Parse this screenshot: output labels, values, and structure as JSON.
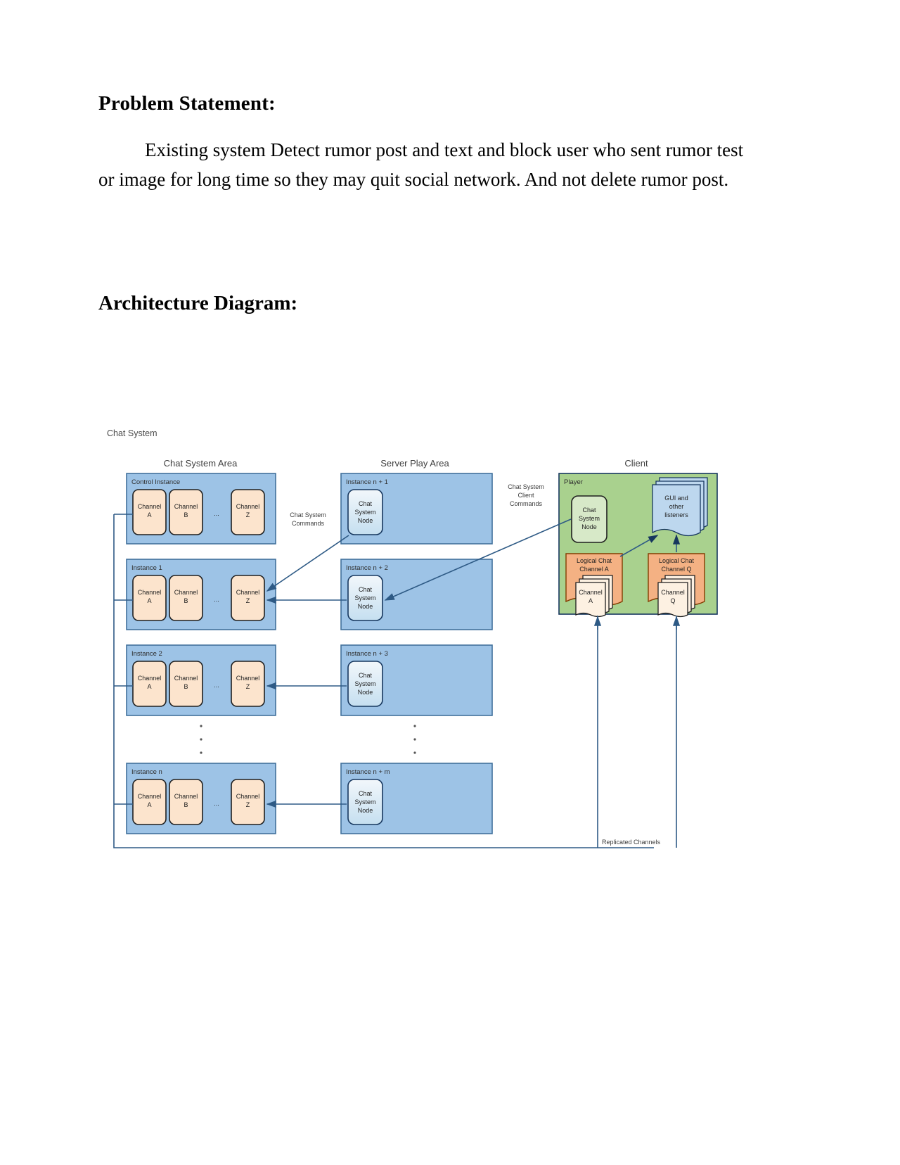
{
  "document": {
    "section1_heading": "Problem Statement:",
    "section1_paragraph": "Existing system Detect rumor post and text and block user who sent rumor test or image for long time so they may quit social network. And not delete rumor post.",
    "section2_heading": "Architecture Diagram:"
  },
  "diagram": {
    "outer_label": "Chat System",
    "columns": {
      "left_title": "Chat System Area",
      "middle_title": "Server Play Area",
      "right_title": "Client"
    },
    "edge_labels": {
      "chat_system_commands": "Chat System Commands",
      "chat_system_commands_l1": "Chat System",
      "chat_system_commands_l2": "Commands",
      "chat_system_client_commands_l1": "Chat System",
      "chat_system_client_commands_l2": "Client",
      "chat_system_client_commands_l3": "Commands",
      "replicated_channels": "Replicated Channels"
    },
    "chat_system_area": {
      "instances": [
        {
          "title": "Control Instance",
          "channels": [
            "Channel\nA",
            "Channel\nB",
            "Channel\nZ"
          ],
          "channel_a_l1": "Channel",
          "channel_a_l2": "A",
          "channel_b_l1": "Channel",
          "channel_b_l2": "B",
          "channel_z_l1": "Channel",
          "channel_z_l2": "Z",
          "ellipsis": "..."
        },
        {
          "title": "Instance 1",
          "channel_a_l1": "Channel",
          "channel_a_l2": "A",
          "channel_b_l1": "Channel",
          "channel_b_l2": "B",
          "channel_z_l1": "Channel",
          "channel_z_l2": "Z",
          "ellipsis": "..."
        },
        {
          "title": "Instance 2",
          "channel_a_l1": "Channel",
          "channel_a_l2": "A",
          "channel_b_l1": "Channel",
          "channel_b_l2": "B",
          "channel_z_l1": "Channel",
          "channel_z_l2": "Z",
          "ellipsis": "..."
        },
        {
          "title": "Instance n",
          "channel_a_l1": "Channel",
          "channel_a_l2": "A",
          "channel_b_l1": "Channel",
          "channel_b_l2": "B",
          "channel_z_l1": "Channel",
          "channel_z_l2": "Z",
          "ellipsis": "..."
        }
      ]
    },
    "server_play_area": {
      "instances": [
        {
          "title": "Instance n + 1",
          "node_l1": "Chat",
          "node_l2": "System",
          "node_l3": "Node"
        },
        {
          "title": "Instance n + 2",
          "node_l1": "Chat",
          "node_l2": "System",
          "node_l3": "Node"
        },
        {
          "title": "Instance n + 3",
          "node_l1": "Chat",
          "node_l2": "System",
          "node_l3": "Node"
        },
        {
          "title": "Instance n + m",
          "node_l1": "Chat",
          "node_l2": "System",
          "node_l3": "Node"
        }
      ]
    },
    "client": {
      "player_title": "Player",
      "chat_system_node_l1": "Chat",
      "chat_system_node_l2": "System",
      "chat_system_node_l3": "Node",
      "gui_l1": "GUI and",
      "gui_l2": "other",
      "gui_l3": "listeners",
      "logical_a_l1": "Logical Chat",
      "logical_a_l2": "Channel A",
      "logical_a_doc_l1": "Channel",
      "logical_a_doc_l2": "A",
      "logical_q_l1": "Logical Chat",
      "logical_q_l2": "Channel Q",
      "logical_q_doc_l1": "Channel",
      "logical_q_doc_l2": "Q"
    },
    "colors": {
      "instance_fill": "#9dc3e6",
      "instance_stroke": "#41719c",
      "channel_fill": "#fce4cd",
      "player_fill": "#a9d18e",
      "logical_fill": "#f4b183",
      "gui_fill": "#bdd7ee",
      "connector": "#2e5a85"
    }
  }
}
